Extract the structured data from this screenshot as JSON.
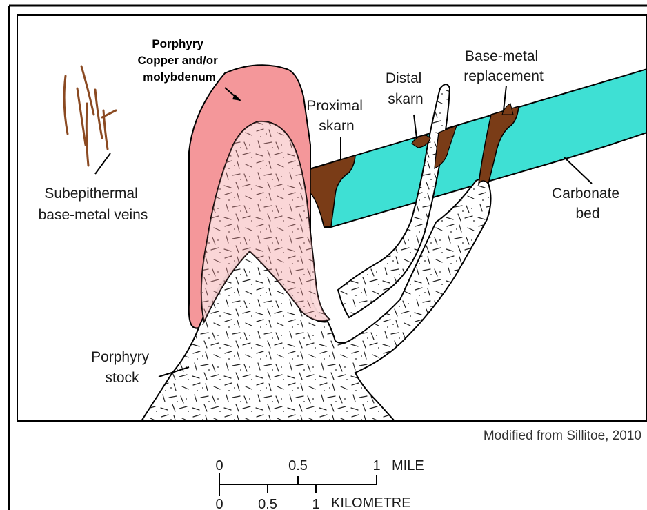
{
  "labels": {
    "porphyry_cu_mo": [
      "Porphyry",
      "Copper and/or",
      "molybdenum"
    ],
    "veins": [
      "Subepithermal",
      "base-metal veins"
    ],
    "proximal_skarn": [
      "Proximal",
      "skarn"
    ],
    "distal_skarn": [
      "Distal",
      "skarn"
    ],
    "replacement": [
      "Base-metal",
      "replacement"
    ],
    "carbonate_bed": [
      "Carbonate",
      "bed"
    ],
    "stock": [
      "Porphyry",
      "stock"
    ]
  },
  "credit": "Modified from Sillitoe, 2010",
  "scale": {
    "mile": {
      "unit": "MILE",
      "ticks": [
        "0",
        "0.5",
        "1"
      ]
    },
    "km": {
      "unit": "KILOMETRE",
      "ticks": [
        "0",
        "0.5",
        "1"
      ]
    }
  },
  "colors": {
    "shell": "#f4979a",
    "carbonate": "#3ee0d4",
    "ore": "#7a3c17",
    "vein": "#8b4a22",
    "outline": "#000000"
  }
}
